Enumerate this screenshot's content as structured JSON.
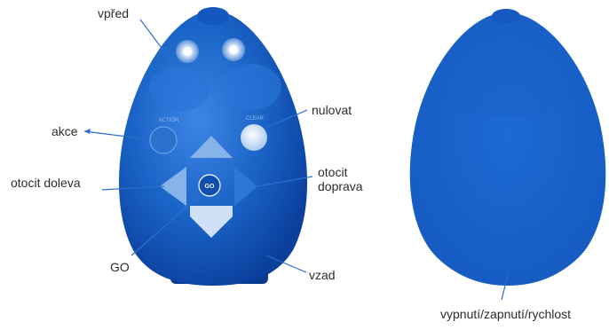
{
  "labels": {
    "forward": "vpřed",
    "reset": "nulovat",
    "action": "akce",
    "turn_left": "otocit doleva",
    "turn_right": "otocit\ndoprava",
    "go": "GO",
    "backward": "vzad",
    "power_speed": "vypnutí/zapnutí/rychlost"
  },
  "device": {
    "action_button_text": "ACTION",
    "clear_button_text": "CLEAR",
    "go_button_text": "GO"
  },
  "colors": {
    "body": "#1a63c6",
    "body_dark": "#0c45a8",
    "back_body": "#1560c8",
    "label_text": "#2c2c2c",
    "leader_line": "#2a6fd0"
  }
}
